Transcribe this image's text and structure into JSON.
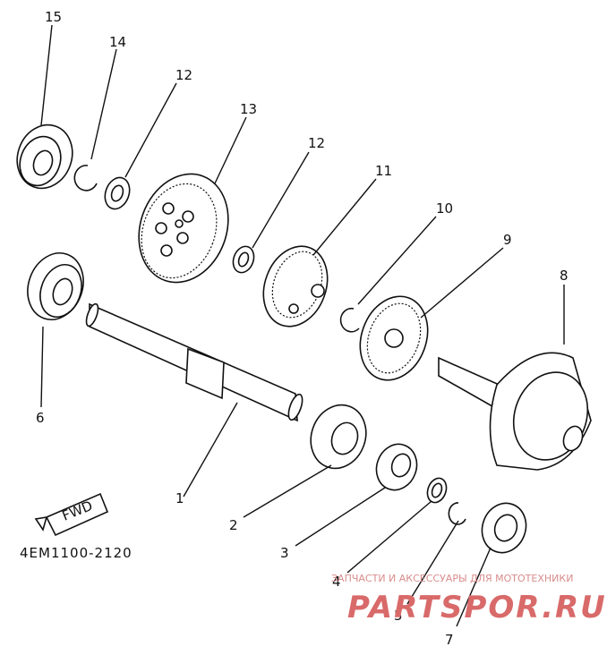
{
  "labels": {
    "p1": "1",
    "p2": "2",
    "p3": "3",
    "p4": "4",
    "p5": "5",
    "p6": "6",
    "p7": "7",
    "p8": "8",
    "p9": "9",
    "p10": "10",
    "p11": "11",
    "p12a": "12",
    "p12b": "12",
    "p13": "13",
    "p14": "14",
    "p15": "15"
  },
  "diagram_code": "4EM1100-2120",
  "fwd": "FWD",
  "watermark": {
    "sub": "ЗАПЧАСТИ И АКСЕССУАРЫ ДЛЯ МОТОТЕХНИКИ",
    "main": "PARTSPOR.RU"
  },
  "colors": {
    "ink": "#111111",
    "watermark": "#d96a6a"
  }
}
